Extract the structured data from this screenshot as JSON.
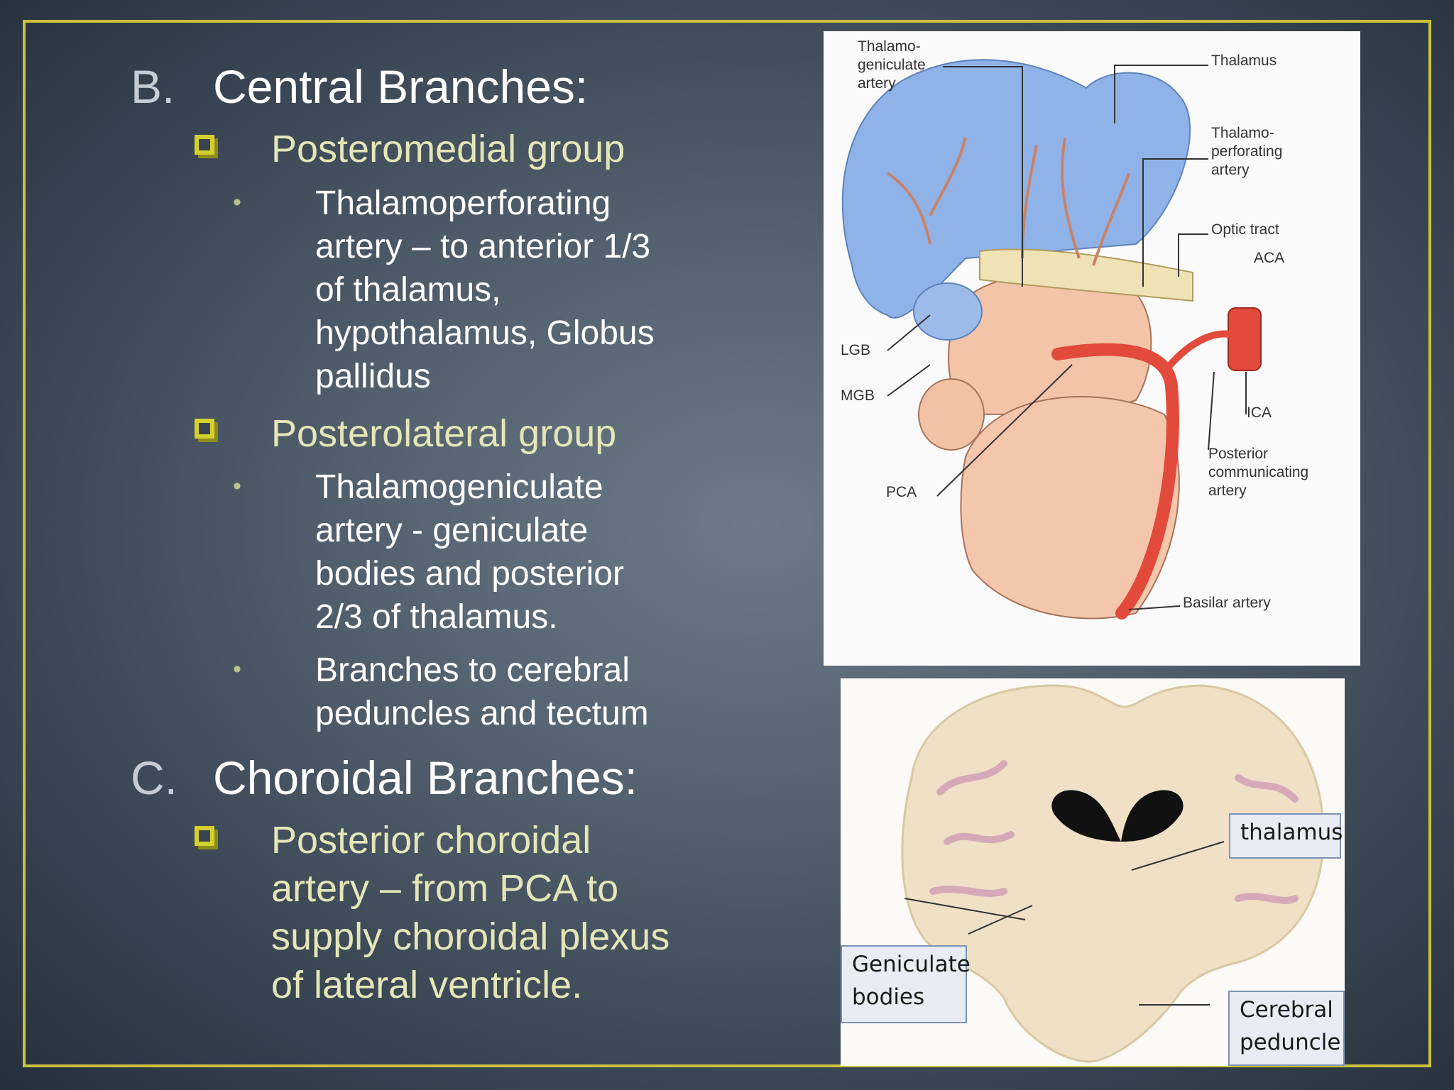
{
  "section_b": {
    "letter": "B.",
    "title": "Central Branches:",
    "groups": [
      {
        "label": "Posteromedial group",
        "bullets": [
          [
            "Thalamoperforating",
            "artery – to anterior 1/3",
            "of thalamus,",
            "hypothalamus, Globus",
            "pallidus"
          ]
        ]
      },
      {
        "label": "Posterolateral group",
        "bullets": [
          [
            "Thalamogeniculate",
            "artery -  geniculate",
            "bodies and posterior",
            "2/3 of thalamus."
          ],
          [
            "Branches to cerebral",
            "peduncles and tectum"
          ]
        ]
      }
    ]
  },
  "section_c": {
    "letter": "C.",
    "title": "Choroidal Branches:",
    "group": {
      "lines": [
        "Posterior choroidal",
        "artery – from PCA to",
        "supply choroidal plexus",
        "of lateral ventricle."
      ]
    }
  },
  "bullet_glyph": "•",
  "figure_top": {
    "labels": {
      "thalamogeniculate": [
        "Thalamo-",
        "geniculate",
        "artery"
      ],
      "thalamus": "Thalamus",
      "thalamoperforating": [
        "Thalamo-",
        "perforating",
        "artery"
      ],
      "optic_tract": "Optic tract",
      "aca": "ACA",
      "lgb": "LGB",
      "mgb": "MGB",
      "ica": "ICA",
      "pca": "PCA",
      "pcom": [
        "Posterior",
        "communicating",
        "artery"
      ],
      "basilar": "Basilar artery"
    }
  },
  "figure_bottom": {
    "labels": {
      "thalamus": "thalamus",
      "geniculate": [
        "Geniculate",
        "bodies"
      ],
      "peduncle": [
        "Cerebral",
        "peduncle"
      ]
    }
  },
  "colors": {
    "frame": "#c9c23a",
    "checkbox": "#d6d02c",
    "level1_text": "#e3e7b8",
    "thalamus_blue": "#8fb3e8",
    "artery_red": "#e24a3b"
  }
}
